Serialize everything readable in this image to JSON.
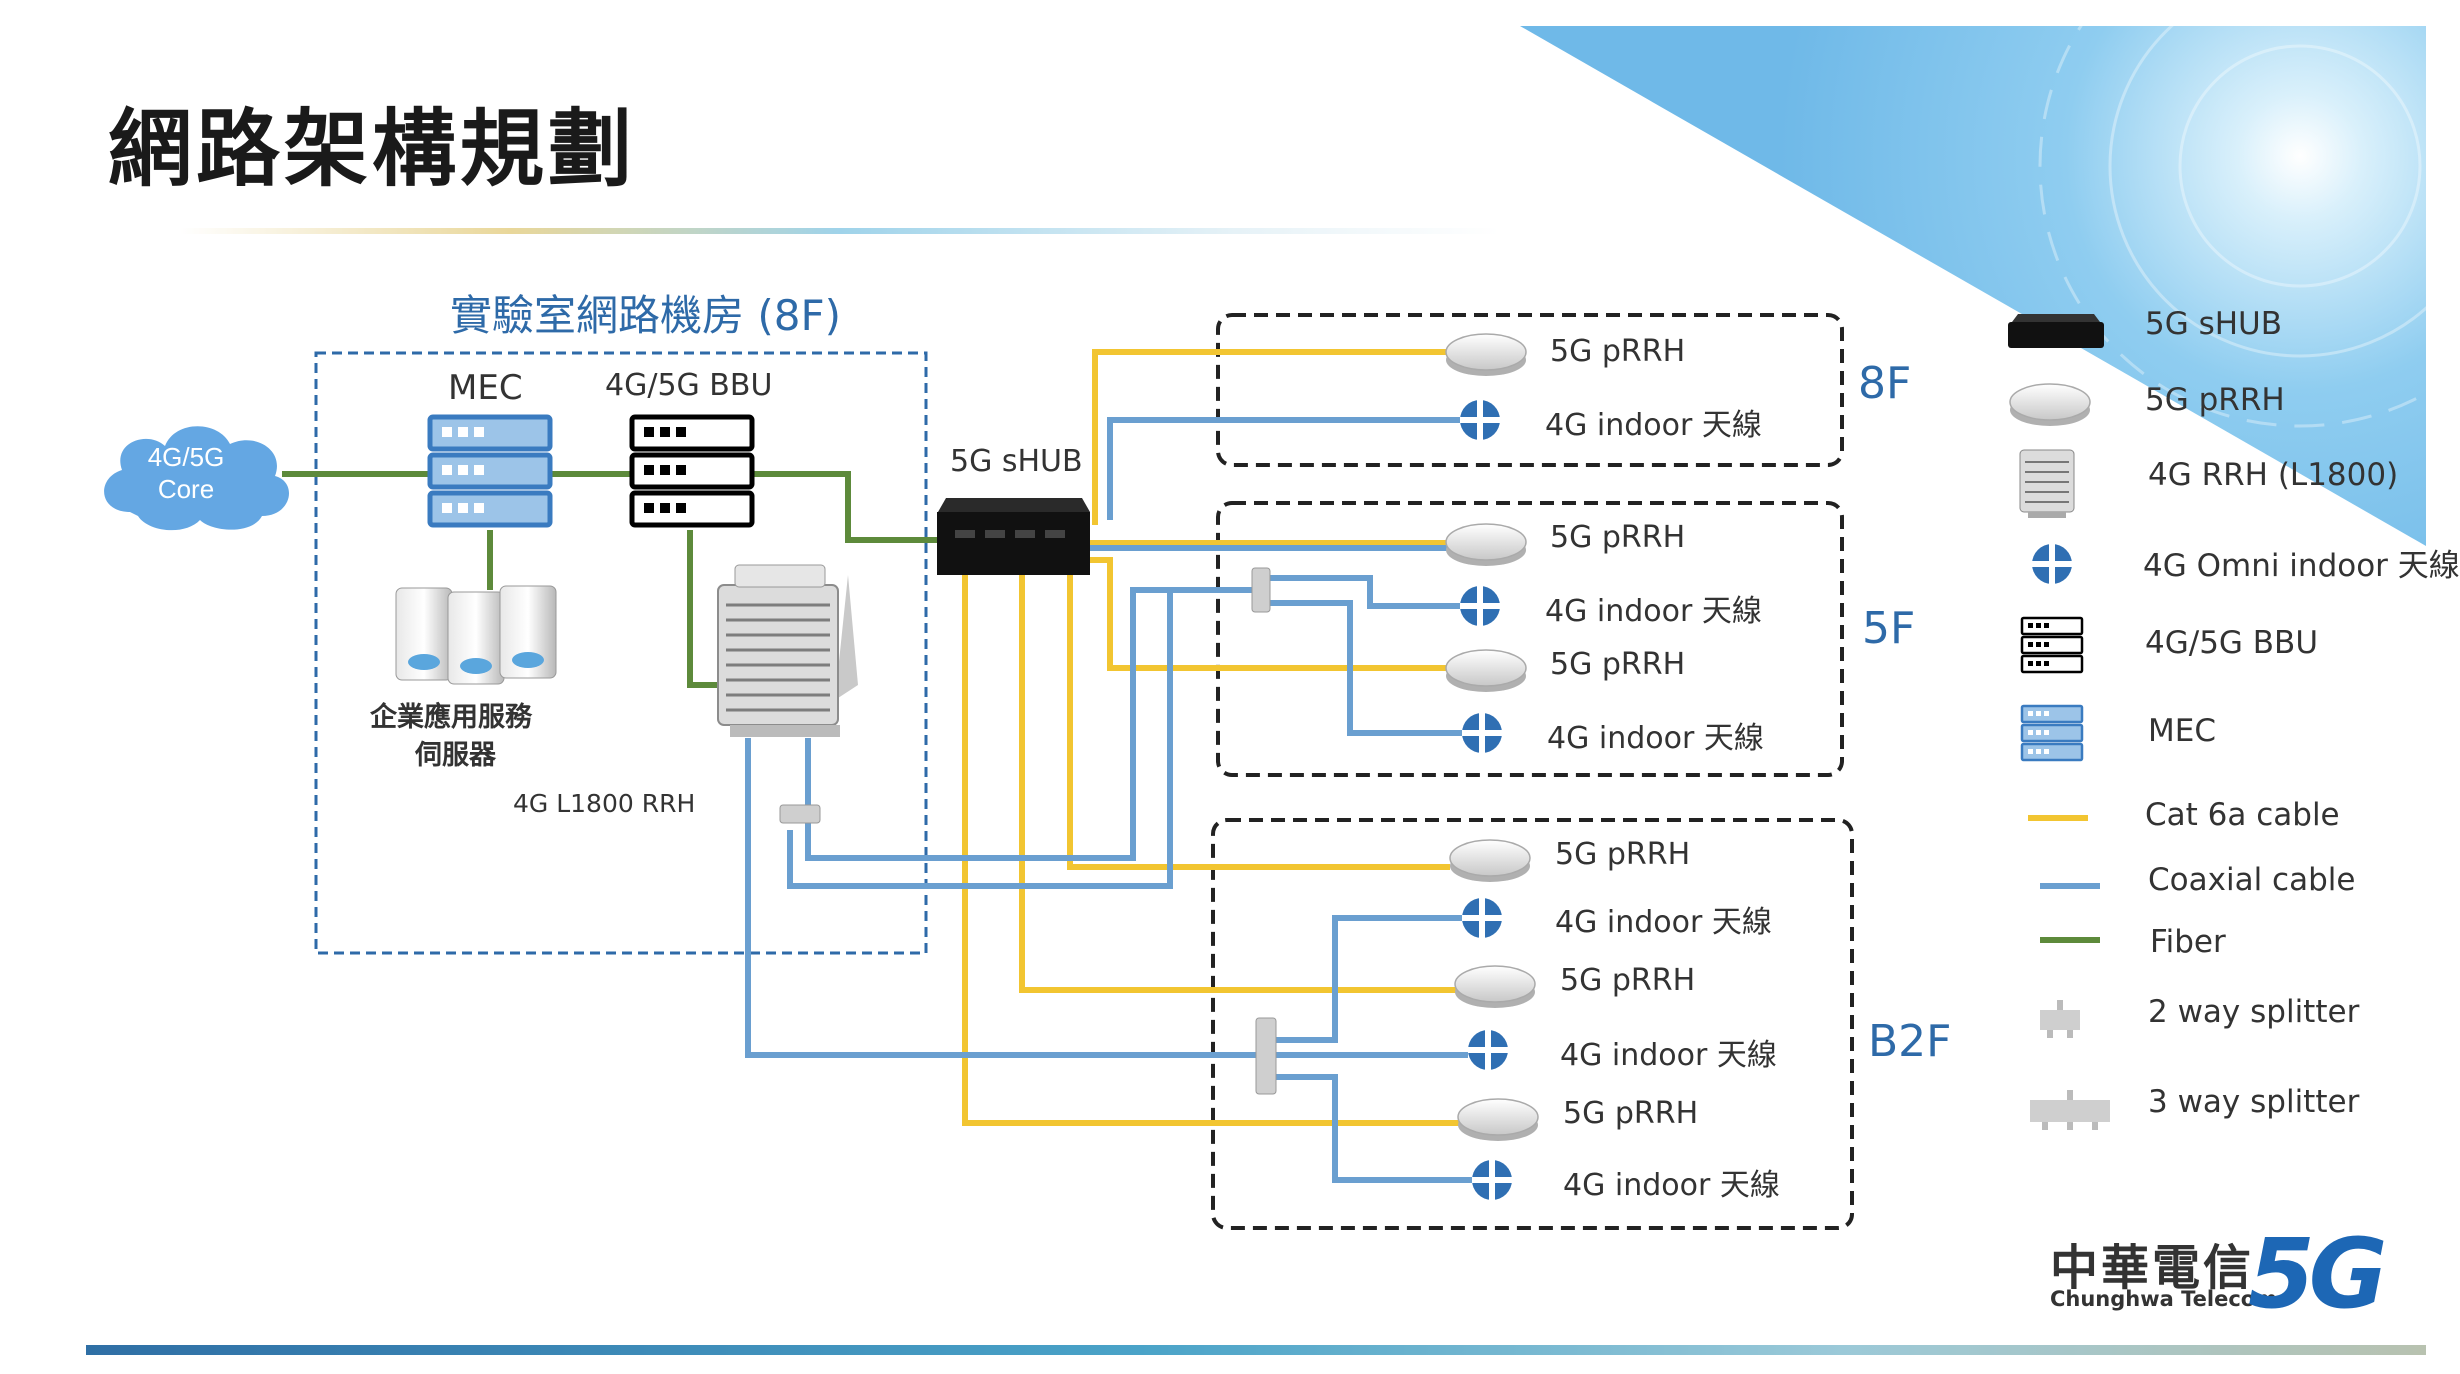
{
  "title": "網路架構規劃",
  "lab_room": {
    "title": "實驗室網路機房 (8F)",
    "mec_label": "MEC",
    "bbu_label": "4G/5G BBU",
    "servers_label_line1": "企業應用服務",
    "servers_label_line2": "伺服器",
    "rrh_label": "4G L1800 RRH"
  },
  "core": {
    "line1": "4G/5G",
    "line2": "Core"
  },
  "shub_label": "5G sHUB",
  "floors": [
    {
      "name": "8F",
      "items": [
        "5G pRRH",
        "4G indoor 天線"
      ]
    },
    {
      "name": "5F",
      "items": [
        "5G pRRH",
        "4G indoor 天線",
        "5G pRRH",
        "4G indoor 天線"
      ]
    },
    {
      "name": "B2F",
      "items": [
        "5G pRRH",
        "4G indoor 天線",
        "5G pRRH",
        "4G indoor 天線",
        "5G pRRH",
        "4G indoor 天線"
      ]
    }
  ],
  "legend": [
    {
      "icon": "shub-icon",
      "label": "5G sHUB"
    },
    {
      "icon": "prrh-icon",
      "label": "5G pRRH"
    },
    {
      "icon": "rrh-icon",
      "label": "4G RRH (L1800)"
    },
    {
      "icon": "omni-antenna-icon",
      "label": "4G  Omni indoor 天線"
    },
    {
      "icon": "bbu-icon",
      "label": "4G/5G BBU"
    },
    {
      "icon": "mec-icon",
      "label": "MEC"
    },
    {
      "icon": "cat6a-line-icon",
      "label": "Cat 6a cable",
      "color": "#f2c531"
    },
    {
      "icon": "coax-line-icon",
      "label": "Coaxial cable",
      "color": "#6a9fd0"
    },
    {
      "icon": "fiber-line-icon",
      "label": "Fiber",
      "color": "#5d8a3b"
    },
    {
      "icon": "splitter-2way-icon",
      "label": "2 way splitter"
    },
    {
      "icon": "splitter-3way-icon",
      "label": "3 way splitter"
    }
  ],
  "brand": {
    "name_cn": "中華電信",
    "name_en": "Chunghwa Telecom",
    "mark": "5G"
  },
  "colors": {
    "cat6a": "#f2c531",
    "coax": "#6a9fd0",
    "fiber": "#5d8a3b",
    "accent": "#2e6aa8"
  }
}
